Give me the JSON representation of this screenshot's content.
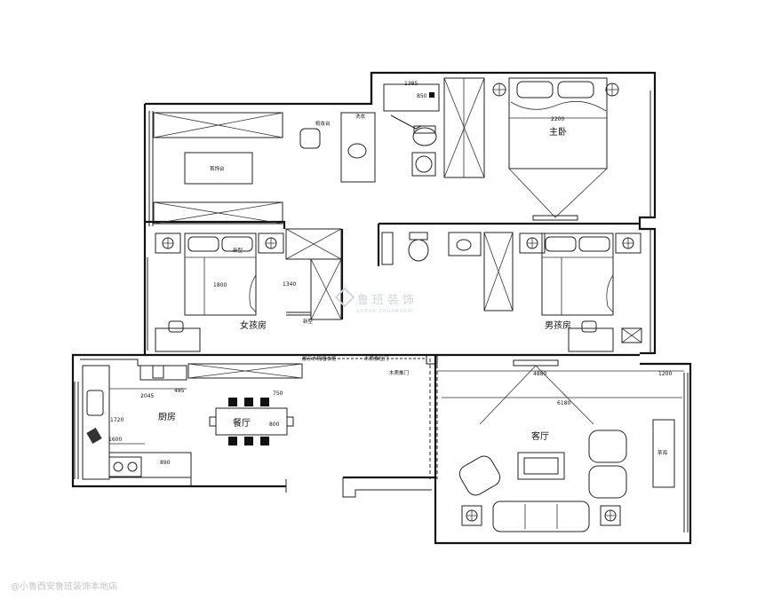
{
  "rooms": {
    "master_bedroom": "主卧",
    "girls_room": "女孩房",
    "boys_room": "男孩房",
    "kitchen": "厨房",
    "dining_room": "餐厅",
    "living_room": "客厅"
  },
  "furniture_labels": {
    "jewelry_table": "首饰台",
    "dressing_table": "梳妆台",
    "laundry": "洗衣",
    "tea_table": "茶海",
    "cabinet_1": "展示木隔墙衣柜",
    "cabinet_2": "木质推拉门",
    "cabinet_3": "木质推门",
    "door_tag": "新型"
  },
  "dimensions": {
    "d1385": "1385",
    "d850": "850",
    "d2200": "2200",
    "d1800": "1800",
    "d1340": "1340",
    "d2045": "2045",
    "d485": "485",
    "d750": "750",
    "d1720": "1720",
    "d800": "800",
    "d1600": "1600",
    "d890": "890",
    "d4880": "4880",
    "d1200": "1200",
    "d6180": "6180"
  },
  "watermark": {
    "brand": "鲁班装饰",
    "sub": "LUBAN ZHUANGSHI"
  },
  "footer": {
    "credit": "@小鲁西安鲁班装饰本地店"
  }
}
